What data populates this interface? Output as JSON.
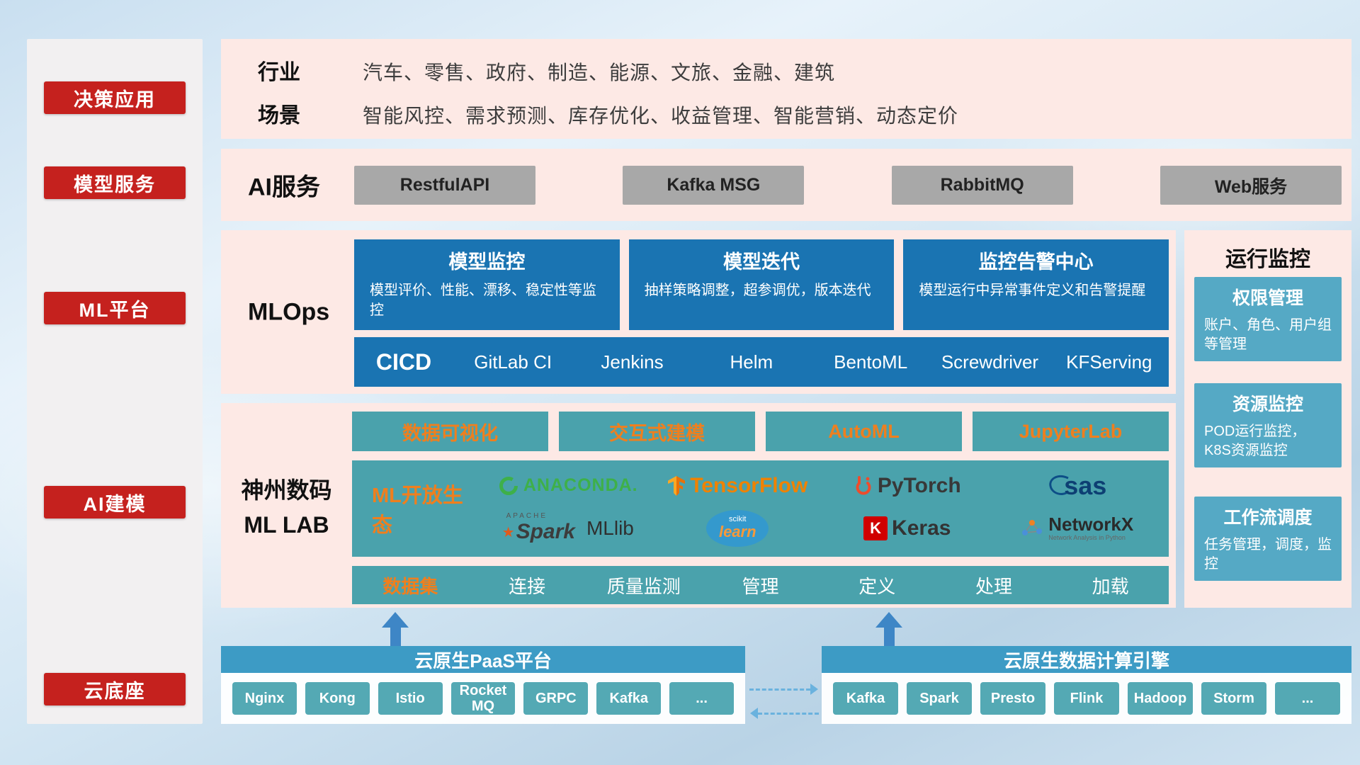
{
  "sidebar": {
    "items": [
      {
        "label": "决策应用"
      },
      {
        "label": "模型服务"
      },
      {
        "label": "ML平台"
      },
      {
        "label": "AI建模"
      },
      {
        "label": "云底座"
      }
    ]
  },
  "business": {
    "industry_label": "行业",
    "industry_text": "汽车、零售、政府、制造、能源、文旅、金融、建筑",
    "scene_label": "场景",
    "scene_text": "智能风控、需求预测、库存优化、收益管理、智能营销、动态定价"
  },
  "ai_service": {
    "label": "AI服务",
    "buttons": [
      "RestfulAPI",
      "Kafka MSG",
      "RabbitMQ",
      "Web服务"
    ]
  },
  "mlops": {
    "label": "MLOps",
    "cards": [
      {
        "title": "模型监控",
        "desc": "模型评价、性能、漂移、稳定性等监控"
      },
      {
        "title": "模型迭代",
        "desc": "抽样策略调整，超参调优，版本迭代"
      },
      {
        "title": "监控告警中心",
        "desc": "模型运行中异常事件定义和告警提醒"
      }
    ],
    "cicd_label": "CICD",
    "cicd_items": [
      "GitLab CI",
      "Jenkins",
      "Helm",
      "BentoML",
      "Screwdriver",
      "KFServing"
    ]
  },
  "monitoring": {
    "title": "运行监控",
    "cards": [
      {
        "title": "权限管理",
        "desc": "账户、角色、用户组等管理"
      },
      {
        "title": "资源监控",
        "desc": "POD运行监控，K8S资源监控"
      },
      {
        "title": "工作流调度",
        "desc": "任务管理，调度，监控"
      }
    ]
  },
  "mllab": {
    "label_line1": "神州数码",
    "label_line2": "ML LAB",
    "tools": [
      "数据可视化",
      "交互式建模",
      "AutoML",
      "JupyterLab"
    ],
    "ecosystem_label": "ML开放生态",
    "logos": {
      "anaconda": "ANACONDA.",
      "tensorflow": "TensorFlow",
      "pytorch": "PyTorch",
      "sas": "sas",
      "spark_sup": "APACHE",
      "spark": "Spark",
      "mllib": "MLlib",
      "scikit_sup": "scikit",
      "scikit": "learn",
      "keras_letter": "K",
      "keras": "Keras",
      "networkx": "NetworkX",
      "networkx_sub": "Network Analysis in Python"
    },
    "dataset_label": "数据集",
    "dataset_items": [
      "连接",
      "质量监测",
      "管理",
      "定义",
      "处理",
      "加载"
    ]
  },
  "cloud": {
    "paas_title": "云原生PaaS平台",
    "paas_items": [
      "Nginx",
      "Kong",
      "Istio",
      "RocketMQ",
      "GRPC",
      "Kafka",
      "..."
    ],
    "engine_title": "云原生数据计算引擎",
    "engine_items": [
      "Kafka",
      "Spark",
      "Presto",
      "Flink",
      "Hadoop",
      "Storm",
      "..."
    ]
  },
  "colors": {
    "sidebar_red": "#c5211e",
    "panel_pink": "#fde9e5",
    "card_blue": "#1a74b2",
    "teal": "#4aa2ac",
    "monitor_blue": "#55a9c5",
    "accent_orange": "#ef7f1e",
    "bar_blue": "#3d9bc5",
    "chip_teal": "#54a9b4",
    "gray_button": "#a8a8a8",
    "arrow_blue": "#3e86c6"
  }
}
